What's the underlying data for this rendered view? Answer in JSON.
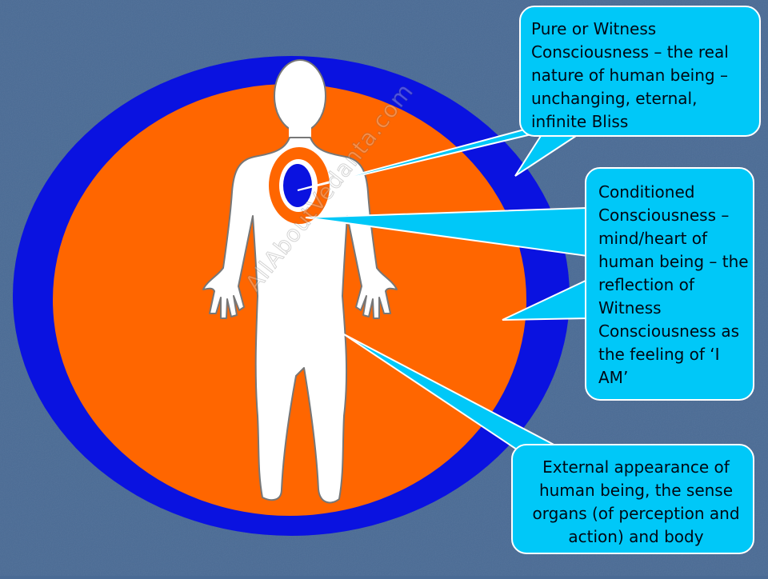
{
  "colors": {
    "background": "#4a6b95",
    "outer_ring": "#0a12e0",
    "inner_disc": "#ff6600",
    "callout": "#00c8f8",
    "figure": "#ffffff"
  },
  "callouts": [
    {
      "id": "pure-consciousness",
      "text": "Pure or Witness Consciousness – the real nature of human being – unchanging, eternal, infinite Bliss"
    },
    {
      "id": "conditioned-consciousness",
      "text": "Conditioned Consciousness – mind/heart of human being – the reflection of Witness Consciousness as the feeling of ‘I AM’"
    },
    {
      "id": "external-appearance",
      "text": "External appearance of human being, the sense organs (of perception and action) and body"
    }
  ],
  "watermark": "AllAboutVedanta.com"
}
